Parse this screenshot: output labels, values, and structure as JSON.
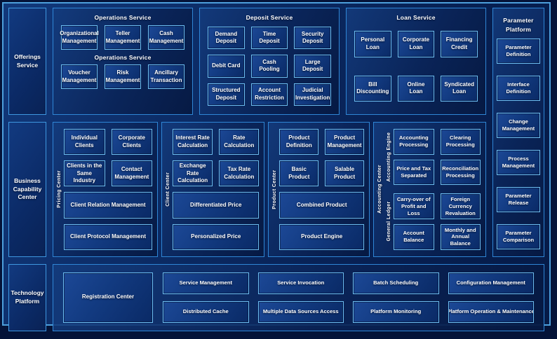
{
  "colors": {
    "page_bg": "#041338",
    "frame_border": "#4d9fdc",
    "panel_border": "#2f86d6",
    "cell_border": "#6cbdf2",
    "cell_fill": "#123a80",
    "text": "#ffffff"
  },
  "sidebars": {
    "offerings": "Offerings Service",
    "business": "Business Capability Center",
    "technology": "Technology Platform"
  },
  "operations": {
    "title": "Operations Service",
    "subtitle": "Operations Service",
    "items": [
      "Organizational Management",
      "Teller Management",
      "Cash Management",
      "Voucher Management",
      "Risk Management",
      "Ancillary Transaction"
    ]
  },
  "deposit": {
    "title": "Deposit Service",
    "items": [
      "Demand Deposit",
      "Time Deposit",
      "Security Deposit",
      "Debit Card",
      "Cash Pooling",
      "Large Deposit",
      "Structured Deposit",
      "Account Restriction",
      "Judicial Investigation"
    ]
  },
  "loan": {
    "title": "Loan Service",
    "items": [
      "Personal Loan",
      "Corporate Loan",
      "Financing Credit",
      "Bill Discounting",
      "Online Loan",
      "Syndicated Loan"
    ]
  },
  "parameter_platform": {
    "title": "Parameter Platform",
    "items": [
      "Parameter Definition",
      "Interface Definition",
      "Change Management",
      "Process Management",
      "Parameter Release",
      "Parameter Comparison"
    ]
  },
  "pricing_center": {
    "label": "Pricing Center",
    "small_items": [
      "Individual Clients",
      "Corporate Clients",
      "Clients in the Same Industry",
      "Contact Management"
    ],
    "wide_items": [
      "Client Relation Management",
      "Client Protocol Management"
    ]
  },
  "client_center": {
    "label": "Client Center",
    "small_items": [
      "Interest Rate Calculation",
      "Rate Calculation",
      "Exchange Rate Calculation",
      "Tax Rate Calculation"
    ],
    "wide_items": [
      "Differentiated Price",
      "Personalized Price"
    ]
  },
  "product_center": {
    "label": "Product Center",
    "small_items": [
      "Product Definition",
      "Product Management",
      "Basic Product",
      "Salable Product"
    ],
    "wide_items": [
      "Combined Product",
      "Product Engine"
    ]
  },
  "accounting_center": {
    "label": "Accounting Center",
    "engine": {
      "label": "Accounting Engine",
      "items": [
        "Accounting Processing",
        "Clearing Processing",
        "Price and Tax Separated",
        "Reconciliation Processing"
      ]
    },
    "ledger": {
      "label": "General Ledger",
      "items": [
        "Carry-over of Profit and Loss",
        "Foreign Currency Revaluation",
        "Account Balance",
        "Monthly and Annual Balance"
      ]
    }
  },
  "technology": {
    "registration": "Registration Center",
    "row1": [
      "Service Management",
      "Service Invocation",
      "Batch Scheduling",
      "Configuration Management"
    ],
    "row2": [
      "Distributed Cache",
      "Multiple Data Sources Access",
      "Platform Monitoring",
      "Platform Operation & Maintenance"
    ]
  }
}
